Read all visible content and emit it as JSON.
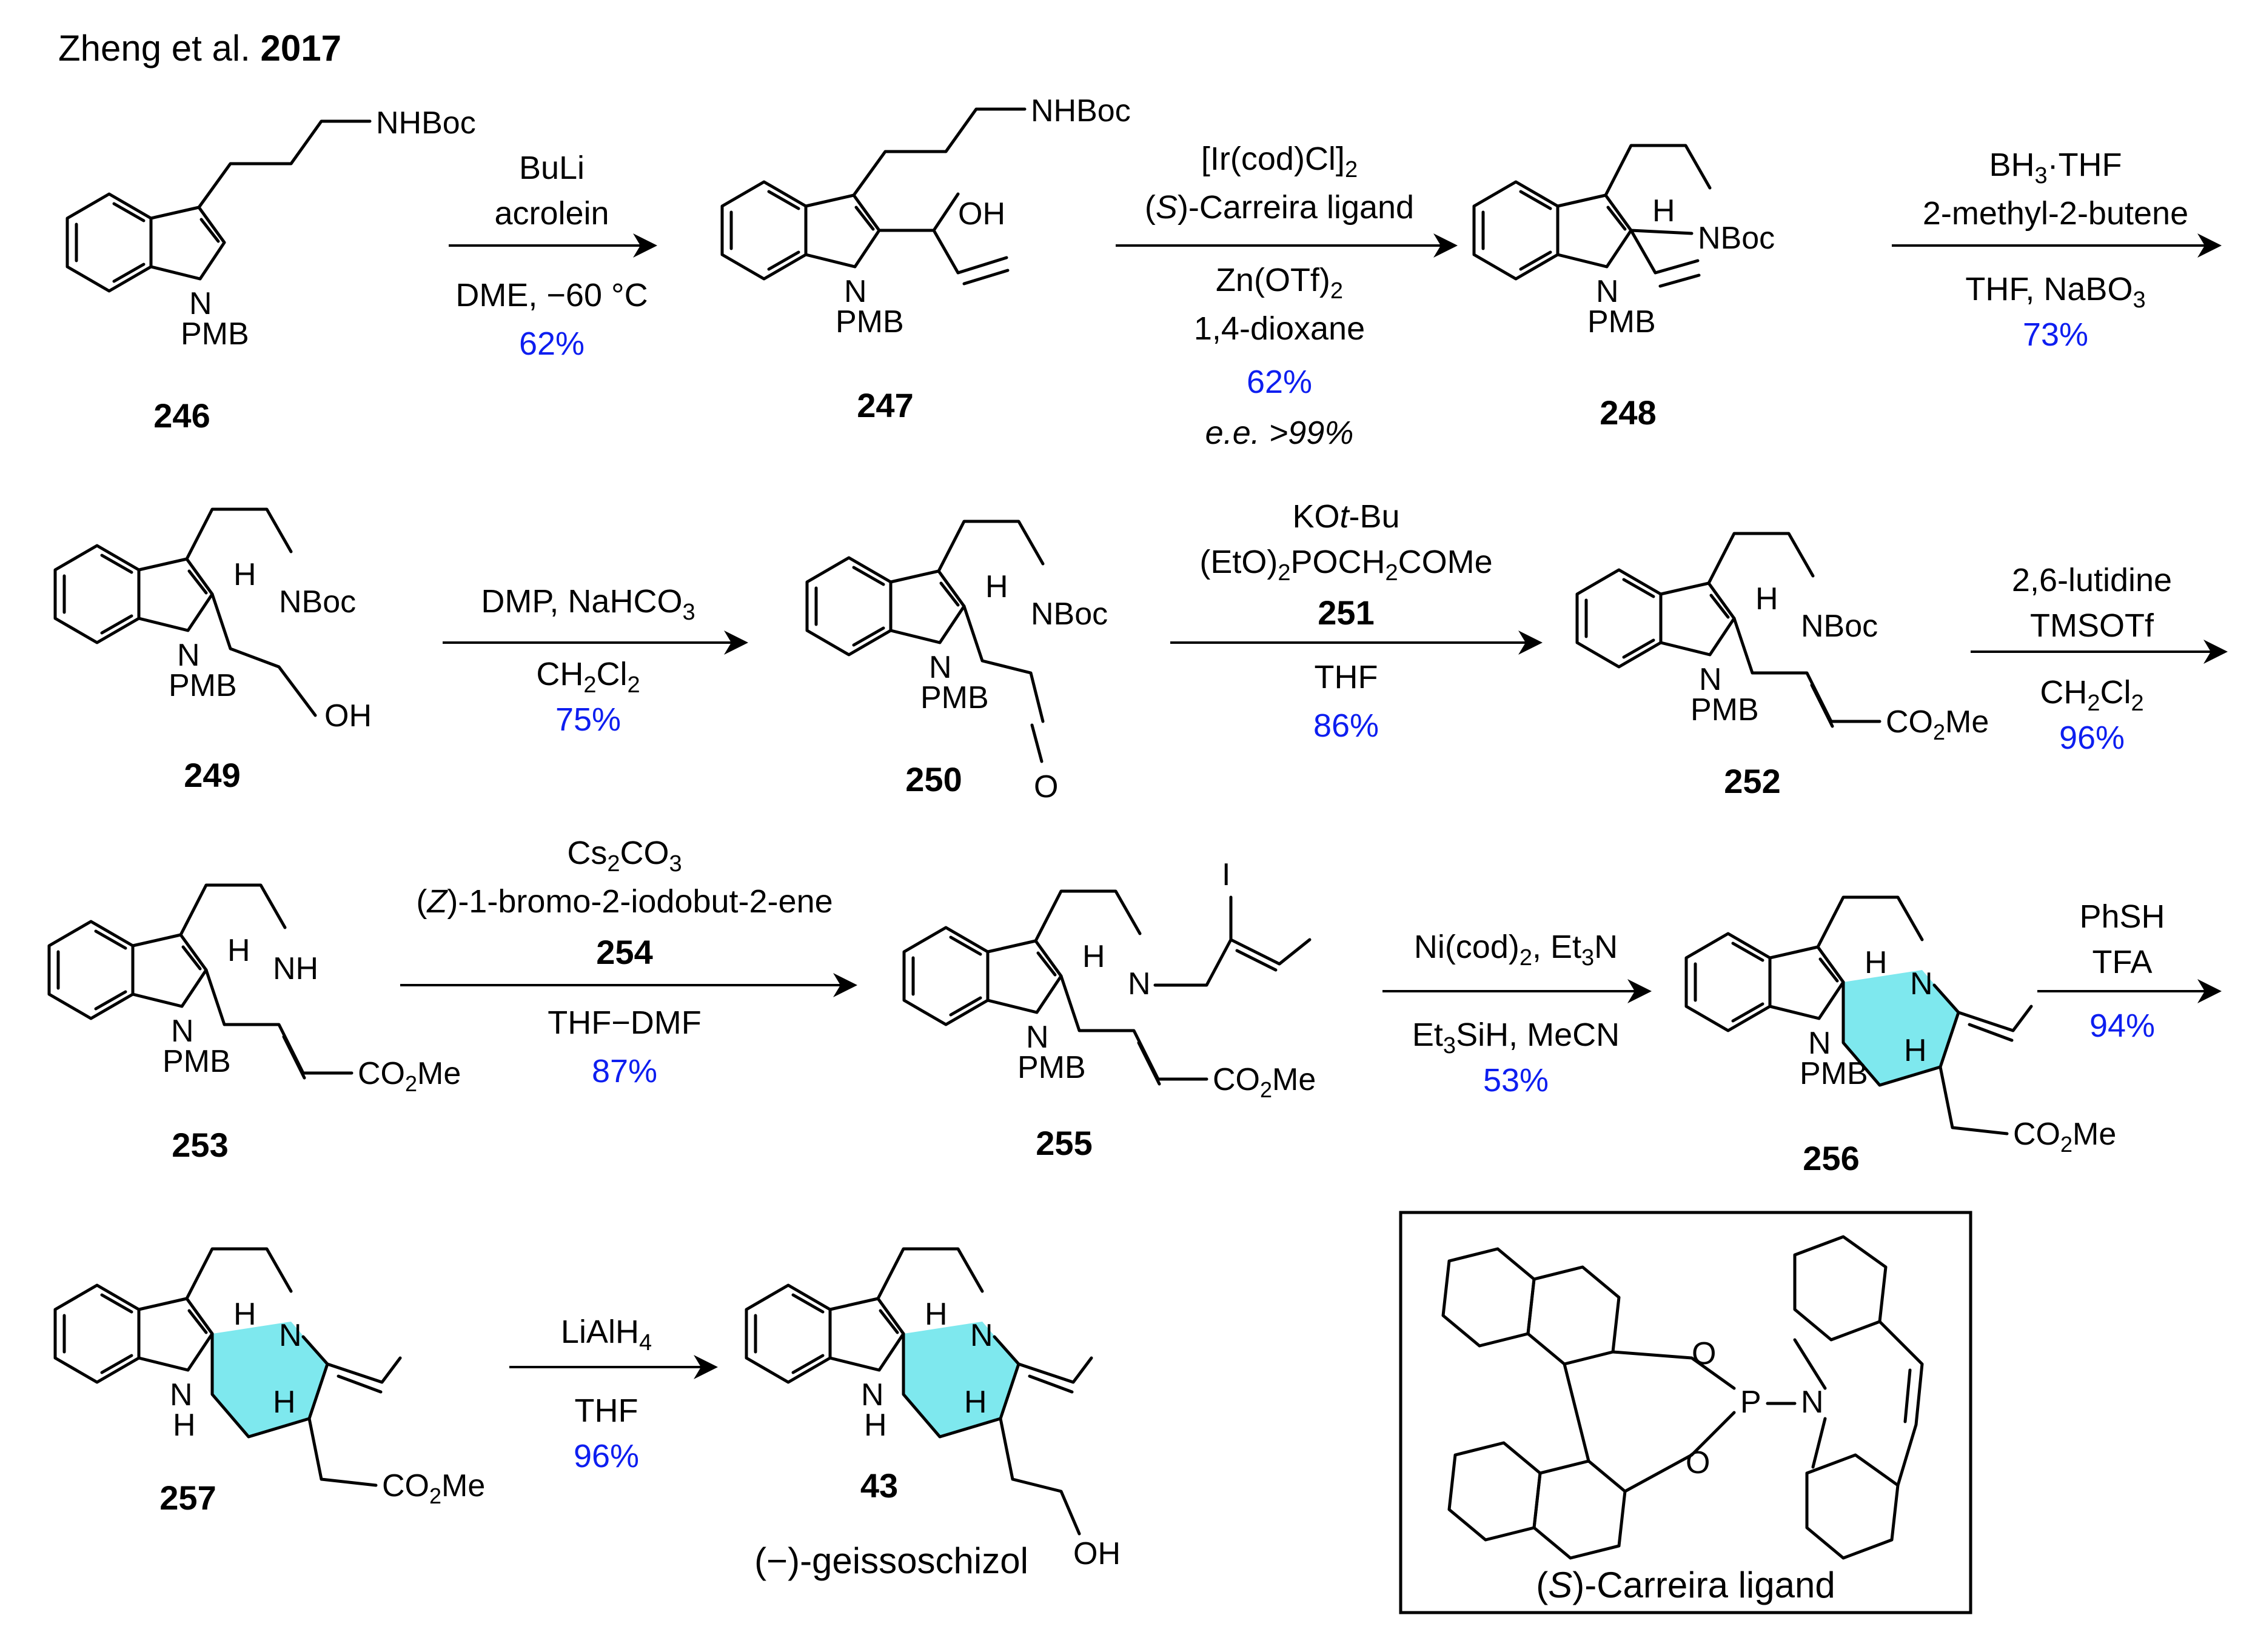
{
  "header": {
    "author": "Zheng et al.",
    "year": "2017"
  },
  "compounds": {
    "c246": "246",
    "c247": "247",
    "c248": "248",
    "c249": "249",
    "c250": "250",
    "c252": "252",
    "c253": "253",
    "c255": "255",
    "c256": "256",
    "c257": "257",
    "c43": "43",
    "c43_name": "(−)-geissoschizol"
  },
  "atoms": {
    "nhboc": "NHBoc",
    "nboc": "NBoc",
    "pmb": "PMB",
    "n": "N",
    "h": "H",
    "oh": "OH",
    "o": "O",
    "nh": "NH",
    "i": "I",
    "co2me_co": "CO",
    "co2me_sub": "2",
    "co2me_me": "Me",
    "p": "P"
  },
  "steps": {
    "s1": {
      "top1": "BuLi",
      "top2": "acrolein",
      "bottom1": "DME, −60 °C",
      "yield": "62%"
    },
    "s2": {
      "top1": "[Ir(cod)Cl]",
      "top1_sub": "2",
      "top2_pre": "(",
      "top2_it": "S",
      "top2_post": ")-Carreira ligand",
      "bottom1": "Zn(OTf)",
      "bottom1_sub": "2",
      "bottom2": "1,4-dioxane",
      "yield": "62%",
      "ee": "e.e. >99%"
    },
    "s3": {
      "top1_a": "BH",
      "top1_sub": "3",
      "top1_b": "·THF",
      "top2": "2-methyl-2-butene",
      "bottom1_a": "THF,  NaBO",
      "bottom1_sub": "3",
      "yield": "73%"
    },
    "s4": {
      "top1_a": "DMP,  NaHCO",
      "top1_sub": "3",
      "bottom1_a": "CH",
      "bottom1_s1": "2",
      "bottom1_b": "Cl",
      "bottom1_s2": "2",
      "yield": "75%"
    },
    "s5": {
      "top1_a": "KO",
      "top1_it": "t",
      "top1_b": "-Bu",
      "top2_a": "(EtO)",
      "top2_s1": "2",
      "top2_b": "POCH",
      "top2_s2": "2",
      "top2_c": "COMe",
      "top3": "251",
      "bottom1": "THF",
      "yield": "86%"
    },
    "s6": {
      "top1": "2,6-lutidine",
      "top2": "TMSOTf",
      "bottom1_a": "CH",
      "bottom1_s1": "2",
      "bottom1_b": "Cl",
      "bottom1_s2": "2",
      "yield": "96%"
    },
    "s7": {
      "top1_a": "Cs",
      "top1_s1": "2",
      "top1_b": "CO",
      "top1_s2": "3",
      "top2_pre": "(",
      "top2_it": "Z",
      "top2_post": ")-1-bromo-2-iodobut-2-ene",
      "top3": "254",
      "bottom1": "THF−DMF",
      "yield": "87%"
    },
    "s8": {
      "top1_a": "Ni(cod)",
      "top1_s1": "2",
      "top1_b": ", Et",
      "top1_s2": "3",
      "top1_c": "N",
      "bottom1_a": "Et",
      "bottom1_s1": "3",
      "bottom1_b": "SiH, MeCN",
      "yield": "53%"
    },
    "s9": {
      "top1": "PhSH",
      "top2": "TFA",
      "yield": "94%"
    },
    "s10": {
      "top1_a": "LiAlH",
      "top1_sub": "4",
      "bottom1": "THF",
      "yield": "96%"
    }
  },
  "ligand_box": {
    "pre": "(",
    "it": "S",
    "post": ")-Carreira ligand"
  },
  "colors": {
    "yield": "#0d1ef0",
    "highlight_ring": "#7ee8ee",
    "ink": "#000000"
  }
}
